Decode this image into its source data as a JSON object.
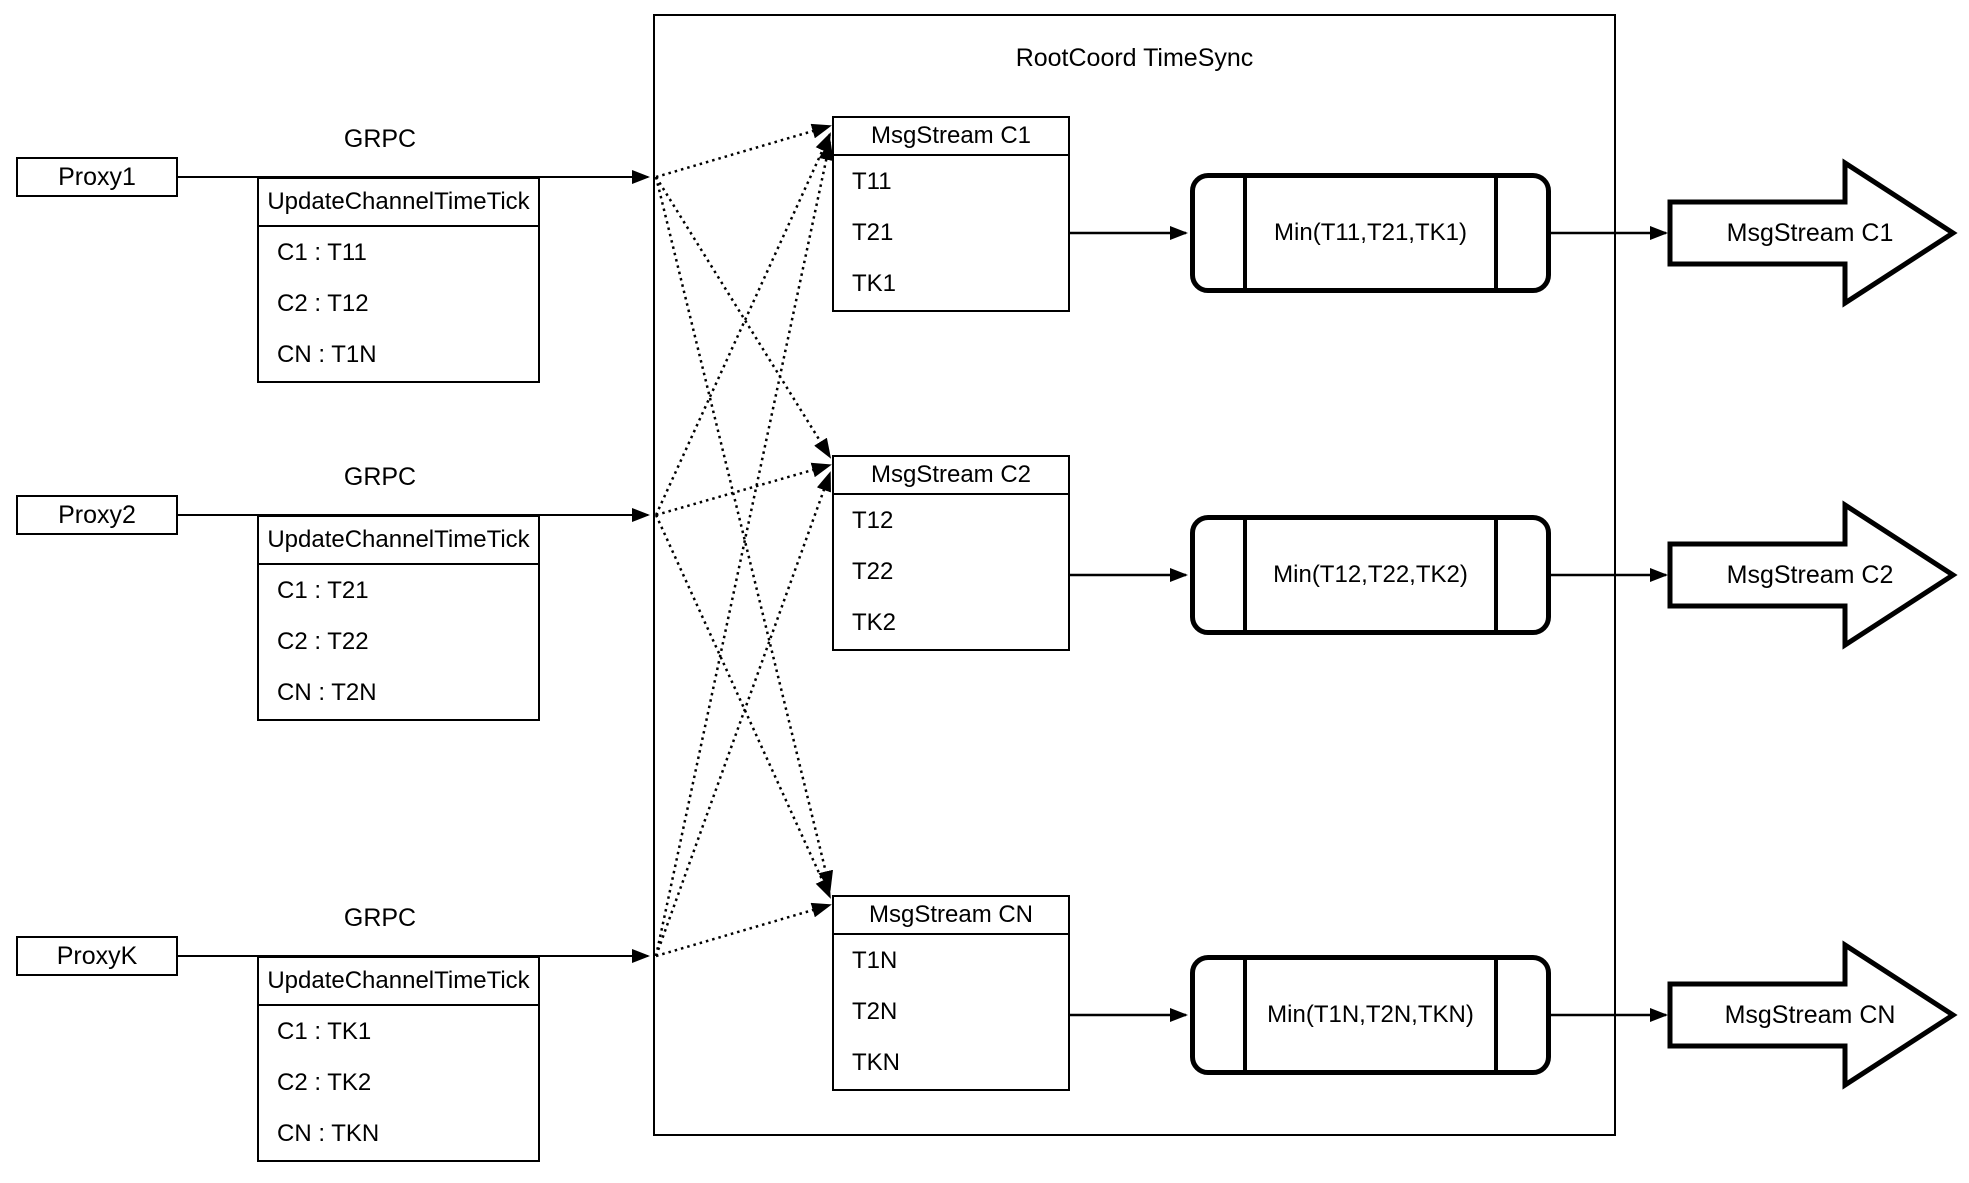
{
  "title": "RootCoord TimeSync",
  "rows": [
    {
      "proxy": "Proxy1",
      "grpc": "GRPC",
      "tick_header": "UpdateChannelTimeTick",
      "tick_rows": [
        "C1 :  T11",
        "C2 :  T12",
        "CN : T1N"
      ],
      "stream_header": "MsgStream C1",
      "stream_rows": [
        "T11",
        "T21",
        "TK1"
      ],
      "min": "Min(T11,T21,TK1)",
      "out": "MsgStream C1"
    },
    {
      "proxy": "Proxy2",
      "grpc": "GRPC",
      "tick_header": "UpdateChannelTimeTick",
      "tick_rows": [
        "C1 :  T21",
        "C2 :  T22",
        "CN : T2N"
      ],
      "stream_header": "MsgStream C2",
      "stream_rows": [
        "T12",
        "T22",
        "TK2"
      ],
      "min": "Min(T12,T22,TK2)",
      "out": "MsgStream C2"
    },
    {
      "proxy": "ProxyK",
      "grpc": "GRPC",
      "tick_header": "UpdateChannelTimeTick",
      "tick_rows": [
        "C1 :  TK1",
        "C2 :  TK2",
        "CN : TKN"
      ],
      "stream_header": "MsgStream CN",
      "stream_rows": [
        "T1N",
        "T2N",
        "TKN"
      ],
      "min": "Min(T1N,T2N,TKN)",
      "out": "MsgStream CN"
    }
  ]
}
